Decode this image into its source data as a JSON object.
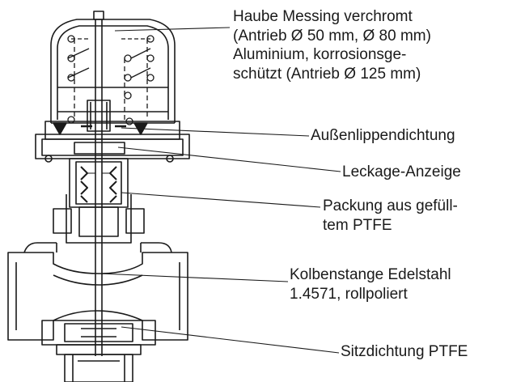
{
  "labels": {
    "haube": [
      "Haube Messing verchromt",
      "(Antrieb Ø 50 mm, Ø 80 mm)",
      "Aluminium, korrosionsge-",
      "schützt (Antrieb Ø 125 mm)"
    ],
    "aussenlippe": "Außenlippendichtung",
    "leckage": "Leckage-Anzeige",
    "packung": [
      "Packung aus gefüll-",
      "tem PTFE"
    ],
    "kolbenstange": [
      "Kolbenstange Edelstahl",
      "1.4571, rollpoliert"
    ],
    "sitzdichtung": "Sitzdichtung PTFE"
  },
  "colors": {
    "line": "#1a1a1a",
    "background": "#ffffff"
  }
}
